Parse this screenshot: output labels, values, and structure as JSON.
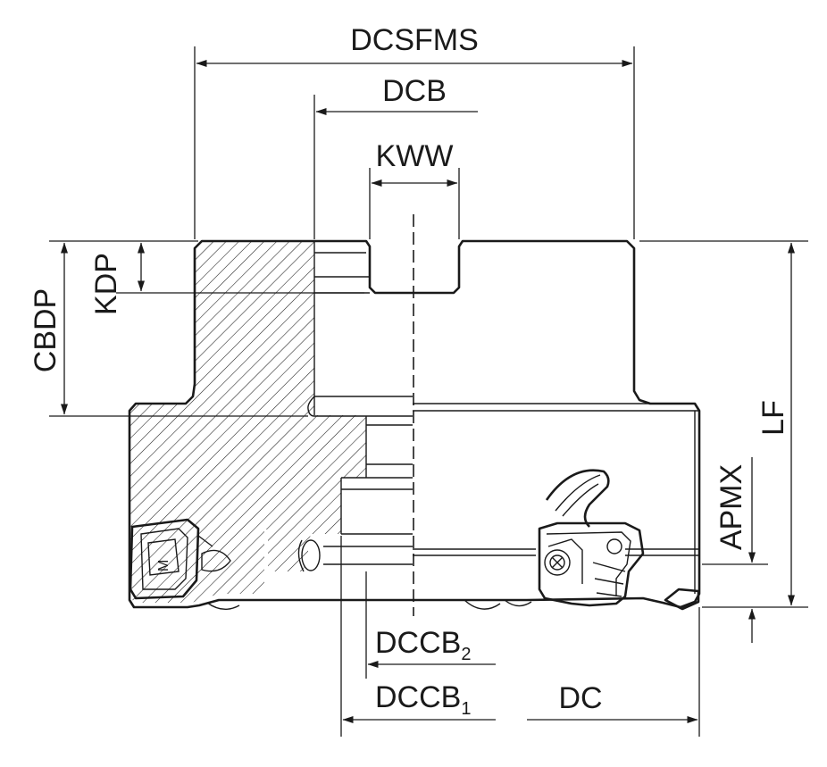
{
  "labels": {
    "dcsfms": "DCSFMS",
    "dcb": "DCB",
    "kww": "KWW",
    "cbdp": "CBDP",
    "kdp": "KDP",
    "lf": "LF",
    "apmx": "APMX",
    "dccb2_main": "DCCB",
    "dccb2_sub": "2",
    "dccb1_main": "DCCB",
    "dccb1_sub": "1",
    "dc": "DC"
  }
}
